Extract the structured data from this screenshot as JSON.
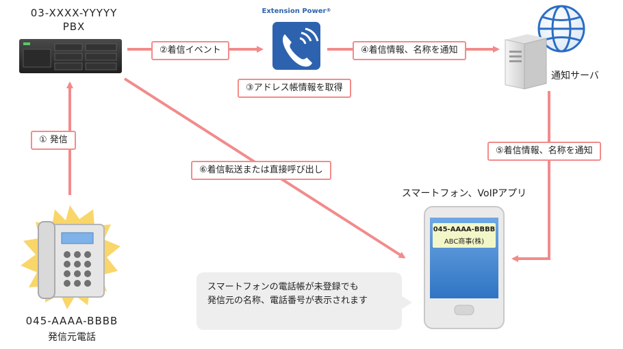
{
  "pbx": {
    "number": "03-XXXX-YYYYY",
    "label": "PBX"
  },
  "extension_power": {
    "brand": "Extension Power",
    "brand_mark": "®"
  },
  "server": {
    "label": "通知サーバ"
  },
  "caller": {
    "number": "045-AAAA-BBBB",
    "label": "発信元電話"
  },
  "smartphone": {
    "title": "スマートフォン、VoIPアプリ",
    "screen_number": "045-AAAA-BBBB",
    "screen_name": "ABC商事(株)"
  },
  "steps": {
    "s1": "① 発信",
    "s2": "②着信イベント",
    "s3": "③アドレス帳情報を取得",
    "s4": "④着信情報、名称を通知",
    "s5": "⑤着信情報、名称を通知",
    "s6": "⑥着信転送または直接呼び出し"
  },
  "callout": {
    "line1": "スマートフォンの電話帳が未登録でも",
    "line2": "発信元の名称、電話番号が表示されます"
  },
  "colors": {
    "arrow": "#f28b8b",
    "label_border": "#f28b8b",
    "app_icon": "#2d63ae",
    "globe": "#2b6dc4",
    "phone_screen": "#4a8fd6",
    "burst": "#f9d66a"
  }
}
